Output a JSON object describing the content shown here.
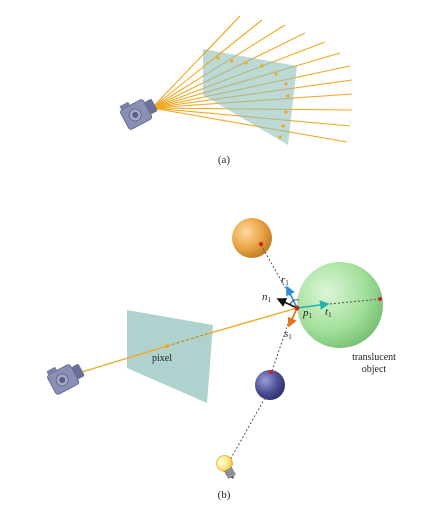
{
  "panel_a": {
    "caption": "(a)"
  },
  "panel_b": {
    "caption": "(b)",
    "labels": {
      "r": "r",
      "r_sub": "1",
      "n": "n",
      "n_sub": "1",
      "p": "p",
      "p_sub": "1",
      "t": "t",
      "t_sub": "1",
      "s": "s",
      "s_sub": "1",
      "pixel": "pixel",
      "translucent_line1": "translucent",
      "translucent_line2": "object"
    }
  },
  "colors": {
    "ray": "#f0a820",
    "screen": "#8fbfbb",
    "camera": "#8a8fb5",
    "orange_sphere": "#e8a445",
    "green_sphere": "#8fd88a",
    "blue_sphere": "#4b4f95",
    "reflect_arrow": "#2b8fd8",
    "normal_arrow": "#111111",
    "refract_arrow": "#22b0a8",
    "shadow_arrow": "#e0701a",
    "hit_point": "#d42020"
  }
}
